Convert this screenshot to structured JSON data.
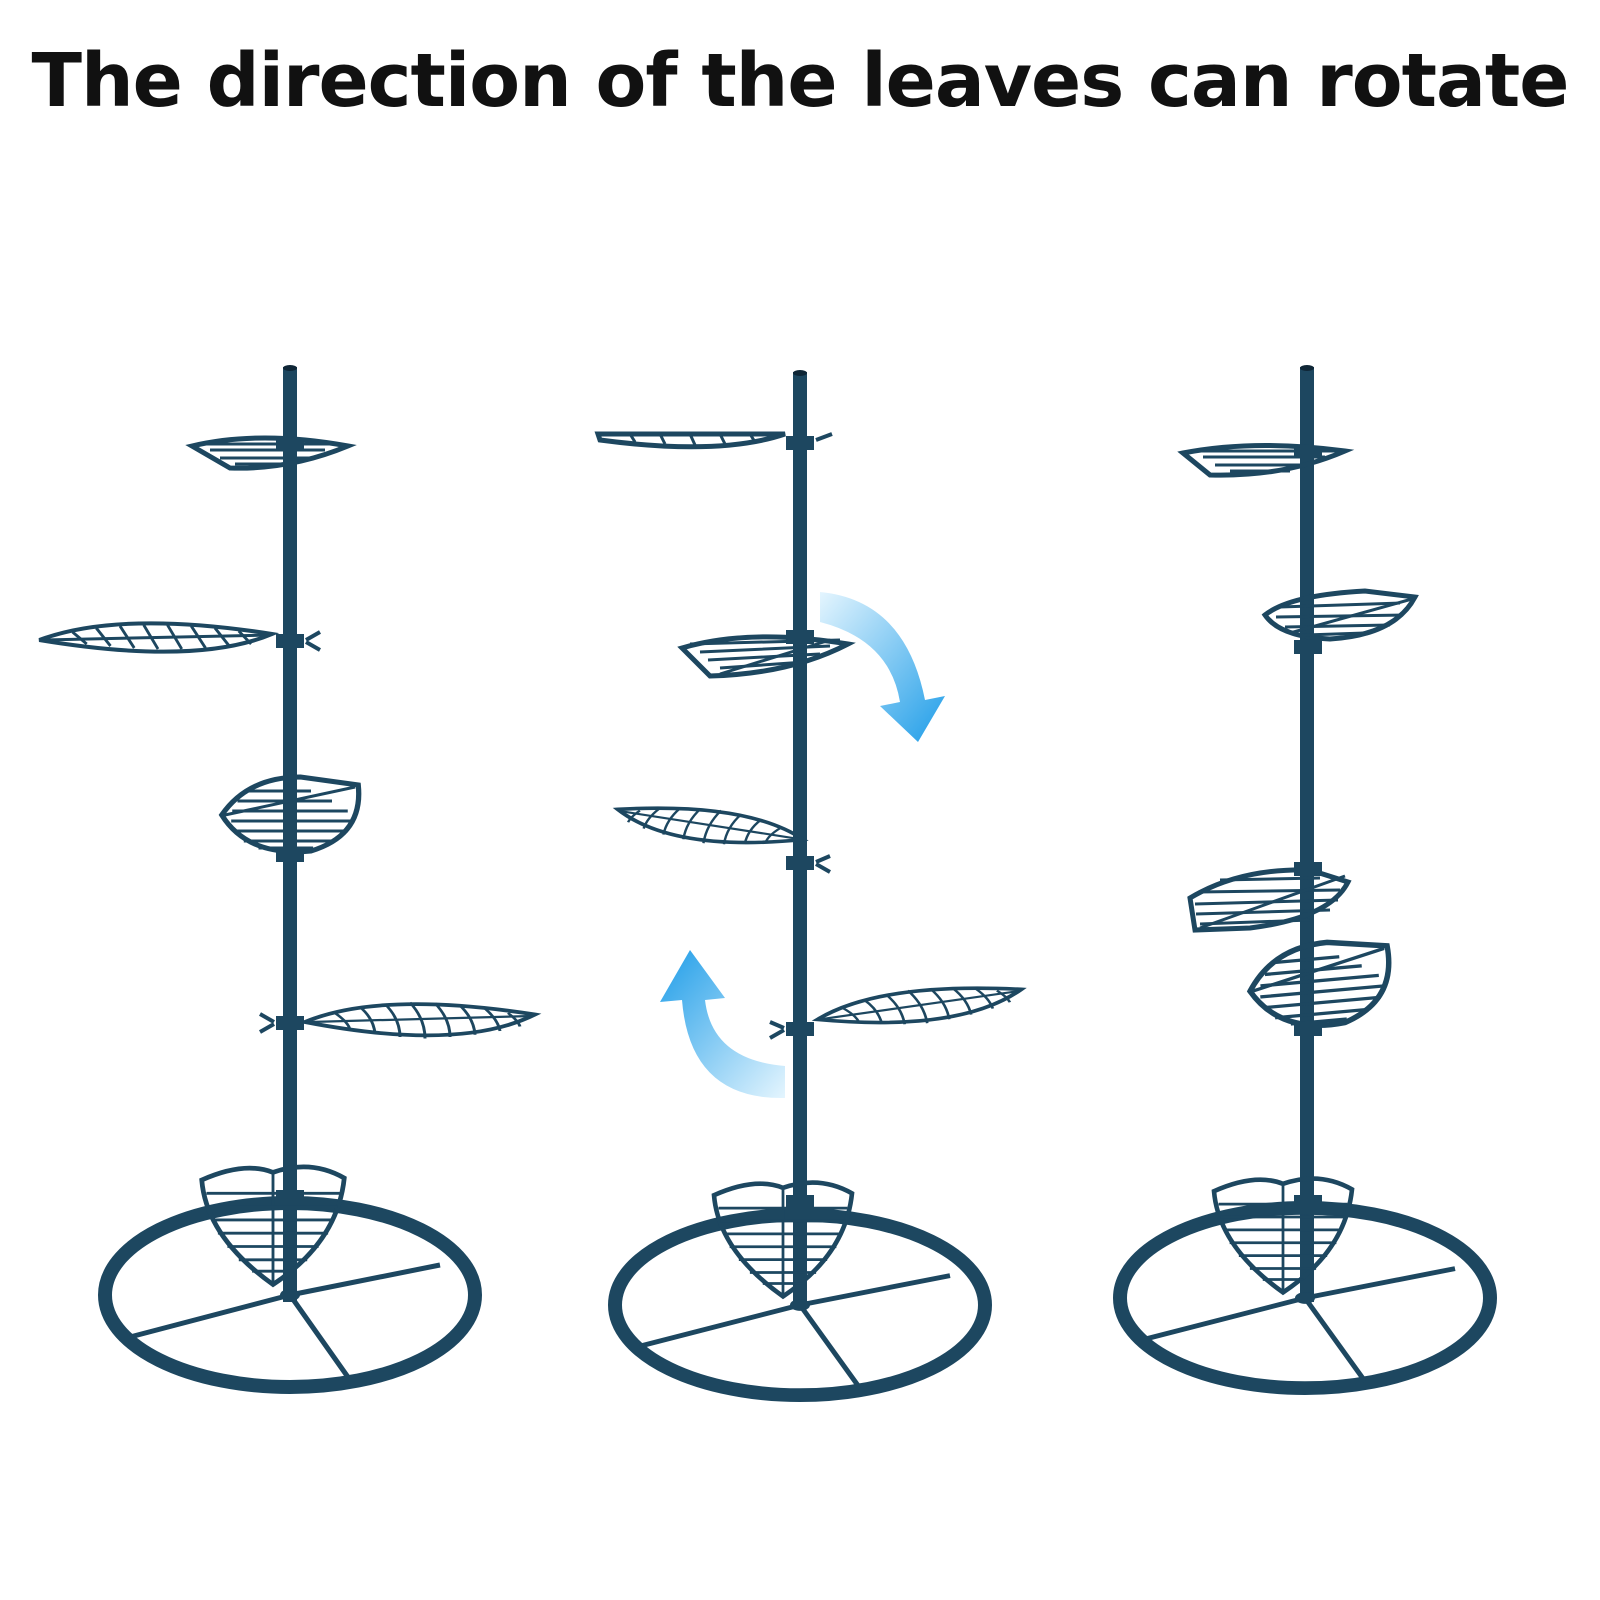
{
  "headline": "The direction of the leaves can rotate",
  "colors": {
    "metal": "#1d4760",
    "metal_dark": "#15354a",
    "arrow_light": "#d9f1fd",
    "arrow_dark": "#1f9de8",
    "background": "#ffffff"
  },
  "product": {
    "name": "leaf plant stand",
    "stands": [
      {
        "name": "stand-left",
        "leaf_count": 5
      },
      {
        "name": "stand-middle",
        "leaf_count": 5
      },
      {
        "name": "stand-right",
        "leaf_count": 5
      }
    ],
    "arrows": [
      {
        "name": "rotate-arrow-down"
      },
      {
        "name": "rotate-arrow-up"
      }
    ]
  }
}
